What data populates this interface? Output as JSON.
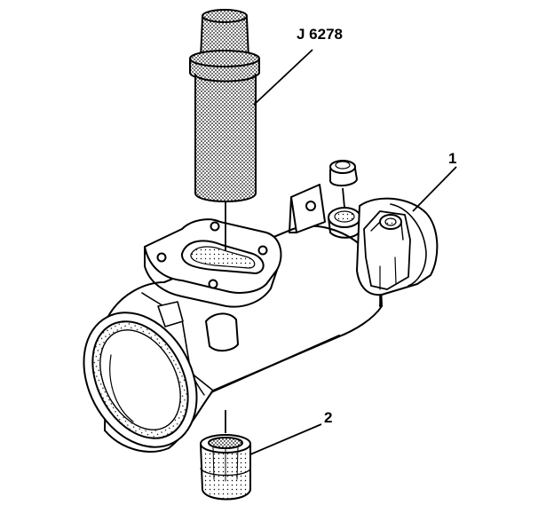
{
  "callouts": {
    "tool": "J 6278",
    "housing": "1",
    "bearing": "2"
  },
  "colors": {
    "line": "#000000",
    "fill": "#ffffff",
    "stipple": "#000000"
  }
}
